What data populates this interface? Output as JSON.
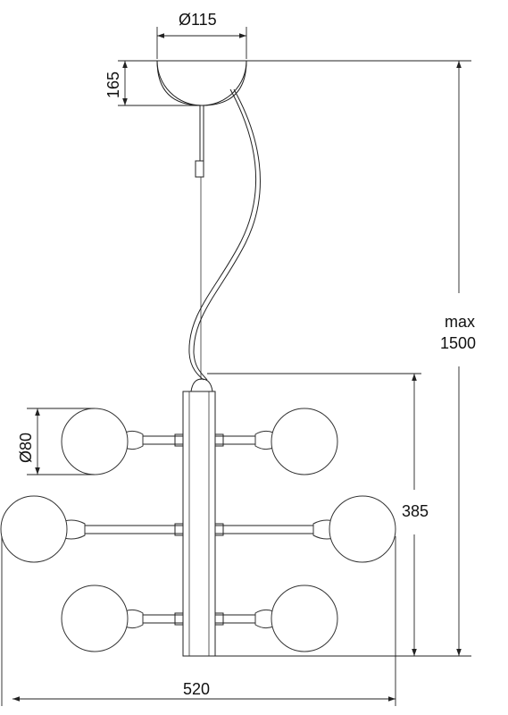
{
  "drawing": {
    "subject": "pendant lamp technical drawing",
    "line_color": "#222222",
    "background": "#ffffff"
  },
  "dimensions": {
    "canopy_diameter": "Ø115",
    "canopy_height": "165",
    "max_height_line1": "max",
    "max_height_line2": "1500",
    "body_height": "385",
    "globe_diameter": "Ø80",
    "overall_width": "520"
  }
}
